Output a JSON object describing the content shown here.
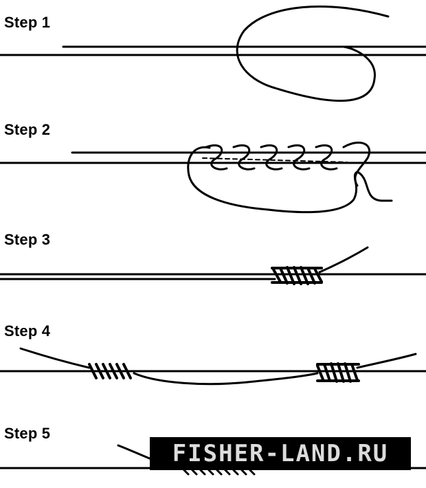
{
  "steps": [
    {
      "label": "Step 1"
    },
    {
      "label": "Step 2"
    },
    {
      "label": "Step 3"
    },
    {
      "label": "Step 4"
    },
    {
      "label": "Step 5"
    }
  ],
  "watermark": "FISHER-LAND.RU",
  "colors": {
    "line": "#000000",
    "background": "#ffffff",
    "watermark_bg": "#000000",
    "watermark_text": "#dcdcdc"
  }
}
